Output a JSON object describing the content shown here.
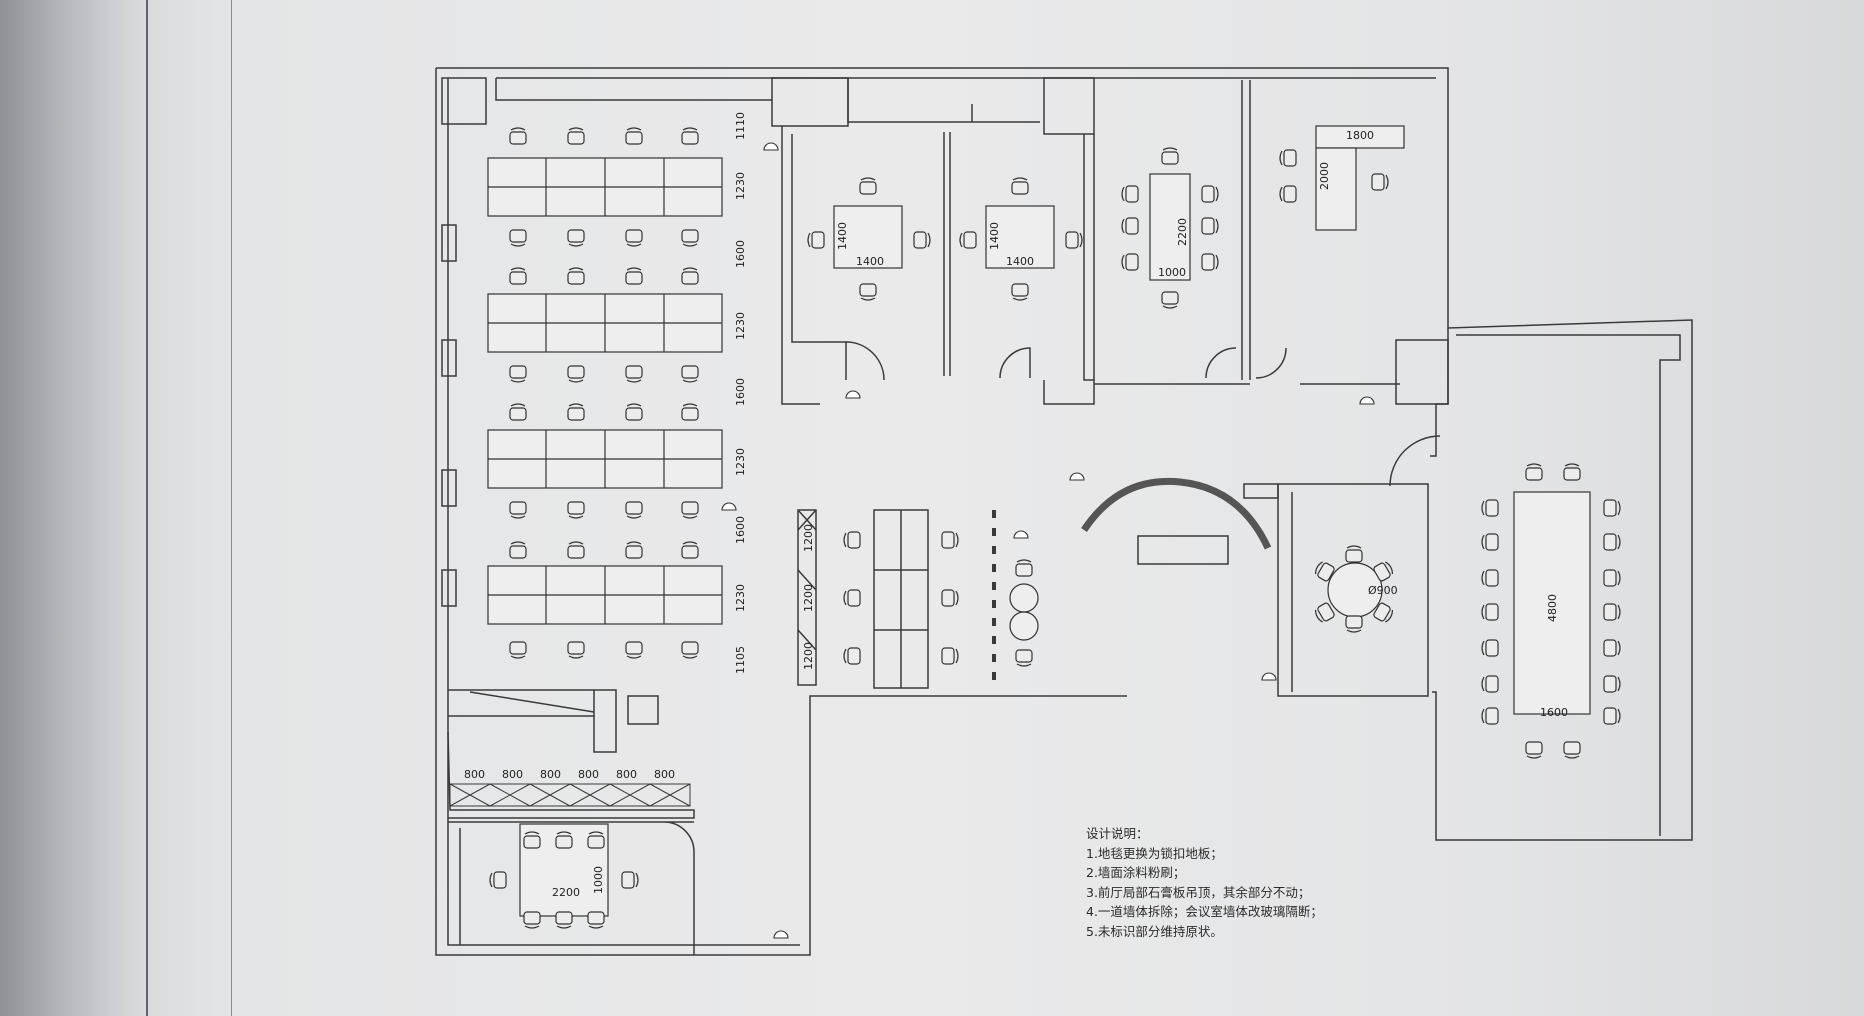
{
  "drawing": {
    "dimensions": {
      "office_rows": [
        "1110",
        "1230",
        "1600",
        "1230",
        "1600",
        "1230",
        "1600",
        "1230",
        "1105"
      ],
      "meeting_room_a": {
        "w": "1400",
        "h": "1400"
      },
      "meeting_room_b": {
        "w": "1400",
        "h": "1400"
      },
      "conference_small": {
        "len": "2200",
        "w": "1000"
      },
      "manager_room": {
        "w": "1800",
        "d": "2000"
      },
      "partition_labels": [
        "1200",
        "1200",
        "1200"
      ],
      "round_table": "Ø900",
      "conference_large": {
        "len": "4800",
        "w": "1600"
      },
      "storage_modules": [
        "800",
        "800",
        "800",
        "800",
        "800",
        "800"
      ],
      "meeting_room_c": {
        "len": "2200",
        "w": "1000"
      }
    }
  },
  "notes": {
    "title": "设计说明：",
    "items": [
      "1.地毯更换为锁扣地板；",
      "2.墙面涂料粉刷；",
      "3.前厅局部石膏板吊顶，其余部分不动；",
      "4.一道墙体拆除；会议室墙体改玻璃隔断；",
      "5.未标识部分维持原状。"
    ]
  }
}
